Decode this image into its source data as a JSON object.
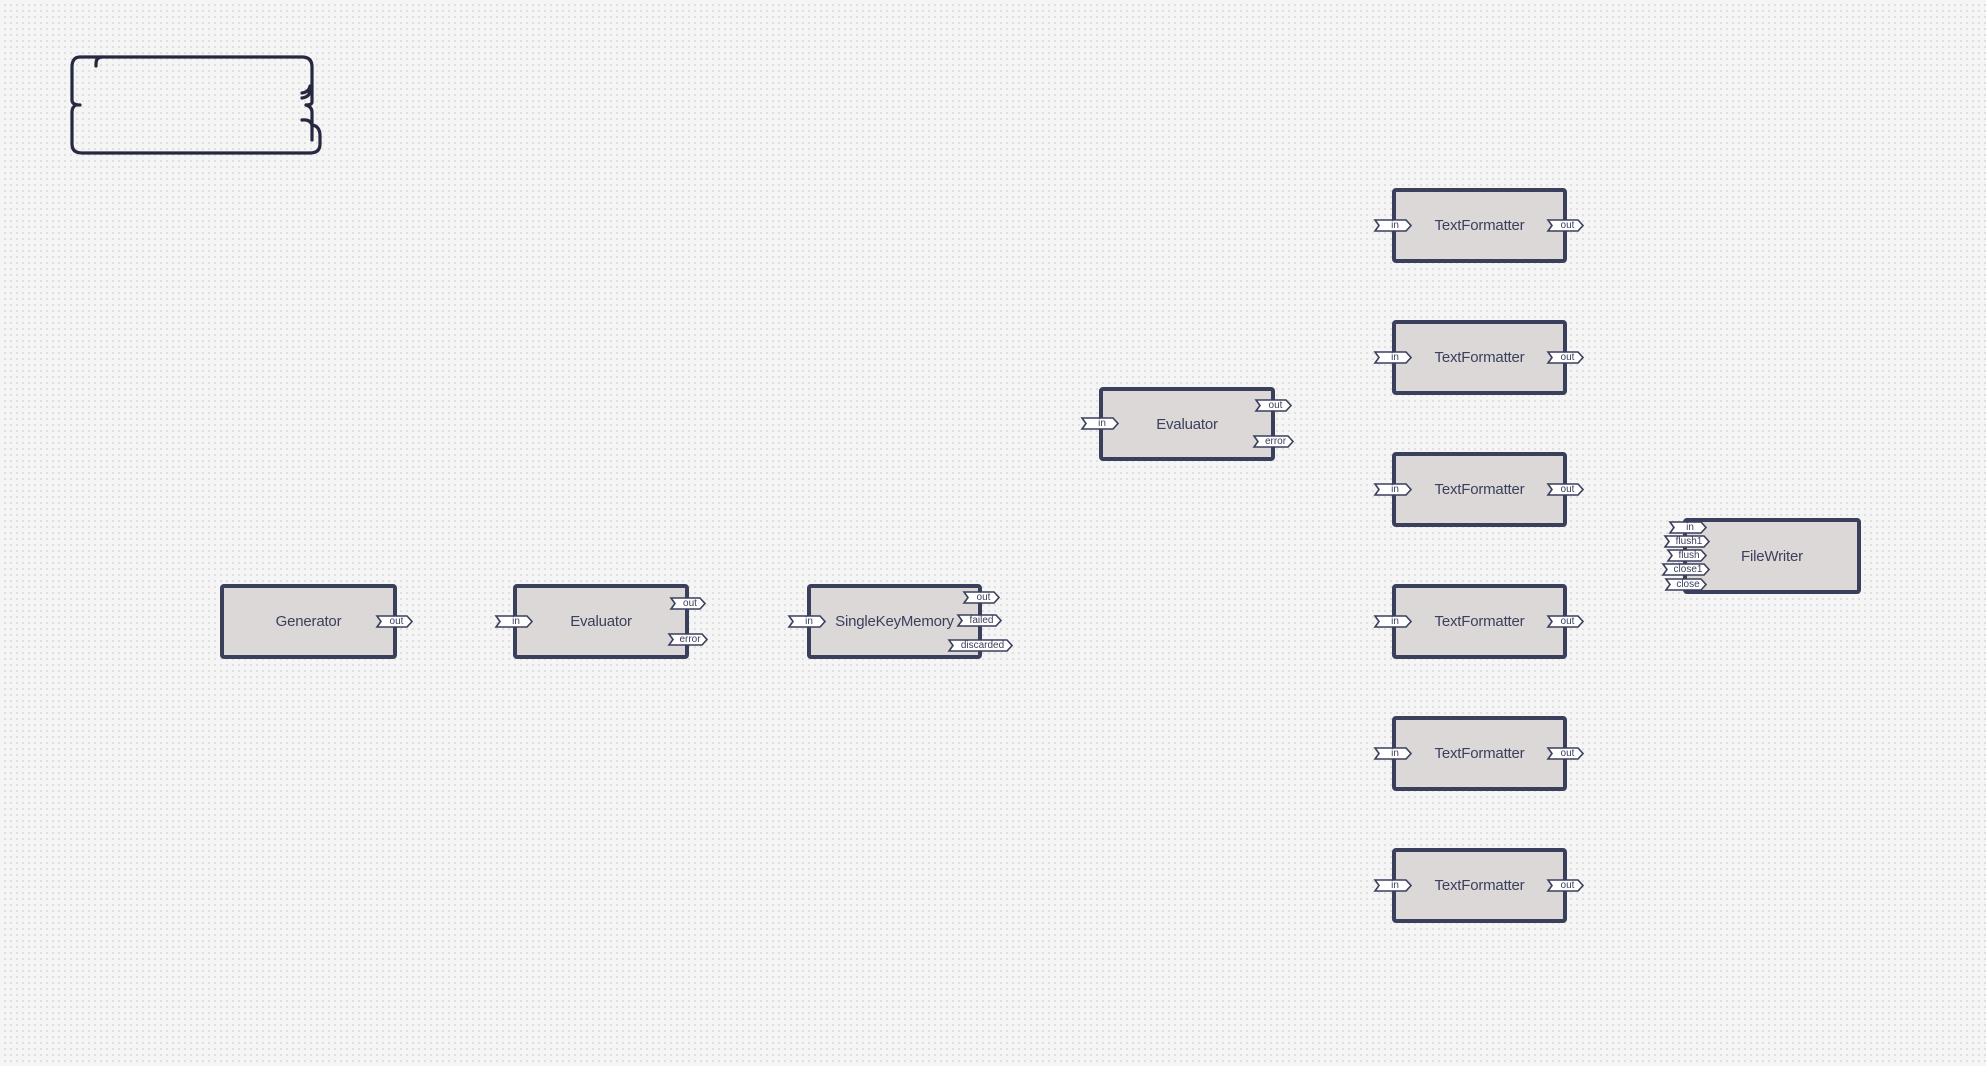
{
  "canvas": {
    "background": "#f5f5f5",
    "node_fill": "#dcd8d8",
    "node_border": "#3a3f5c",
    "port_fill": "#ffffff"
  },
  "nodes": {
    "generator": {
      "label": "Generator",
      "outputs": [
        "out"
      ]
    },
    "evaluator1": {
      "label": "Evaluator",
      "inputs": [
        "in"
      ],
      "outputs": [
        "out",
        "error"
      ]
    },
    "skm": {
      "label": "SingleKeyMemory",
      "inputs": [
        "in"
      ],
      "outputs": [
        "out",
        "failed",
        "discarded"
      ]
    },
    "evaluator2": {
      "label": "Evaluator",
      "inputs": [
        "in"
      ],
      "outputs": [
        "out",
        "error"
      ]
    },
    "tf1": {
      "label": "TextFormatter",
      "inputs": [
        "in"
      ],
      "outputs": [
        "out"
      ]
    },
    "tf2": {
      "label": "TextFormatter",
      "inputs": [
        "in"
      ],
      "outputs": [
        "out"
      ]
    },
    "tf3": {
      "label": "TextFormatter",
      "inputs": [
        "in"
      ],
      "outputs": [
        "out"
      ]
    },
    "tf4": {
      "label": "TextFormatter",
      "inputs": [
        "in"
      ],
      "outputs": [
        "out"
      ]
    },
    "tf5": {
      "label": "TextFormatter",
      "inputs": [
        "in"
      ],
      "outputs": [
        "out"
      ]
    },
    "tf6": {
      "label": "TextFormatter",
      "inputs": [
        "in"
      ],
      "outputs": [
        "out"
      ]
    },
    "filewriter": {
      "label": "FileWriter",
      "inputs": [
        "in",
        "flush1",
        "flush",
        "close1",
        "close"
      ]
    }
  }
}
